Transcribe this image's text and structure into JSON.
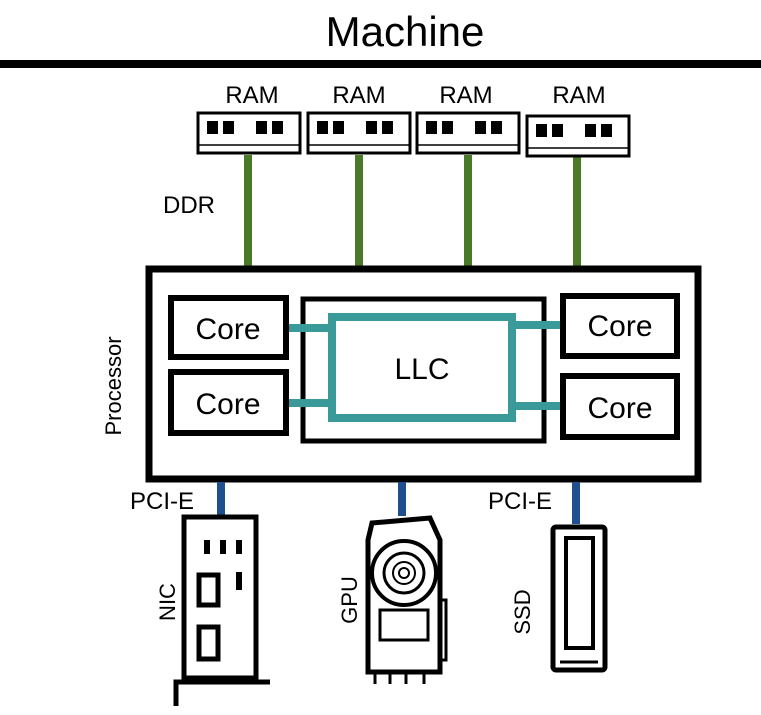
{
  "diagram": {
    "title": "Machine",
    "ram_labels": [
      "RAM",
      "RAM",
      "RAM",
      "RAM"
    ],
    "ddr_label": "DDR",
    "processor_label": "Processor",
    "cores": [
      "Core",
      "Core",
      "Core",
      "Core"
    ],
    "llc_label": "LLC",
    "pcie_left_label": "PCI-E",
    "pcie_right_label": "PCI-E",
    "devices": {
      "nic": "NIC",
      "gpu": "GPU",
      "ssd": "SSD"
    },
    "colors": {
      "ddr_link": "#4a7a28",
      "llc_link": "#3a9a9a",
      "pcie_link": "#1f4f8f",
      "outline": "#000000"
    }
  }
}
